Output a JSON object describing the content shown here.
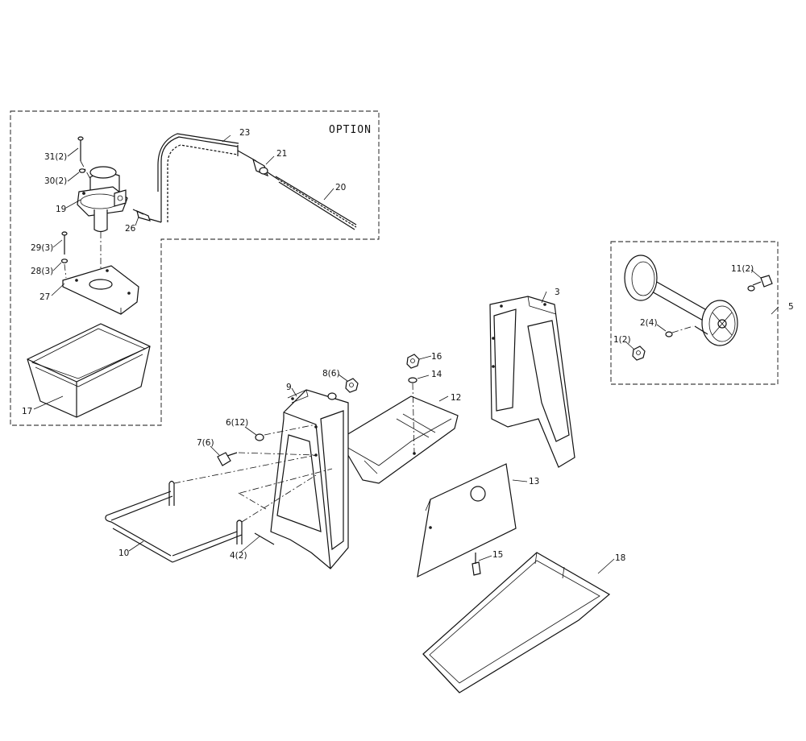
{
  "option_label": "OPTION",
  "callouts": [
    {
      "id": "c1",
      "text": "1(2)"
    },
    {
      "id": "c2",
      "text": "2(4)"
    },
    {
      "id": "c3",
      "text": "3"
    },
    {
      "id": "c4",
      "text": "4(2)"
    },
    {
      "id": "c5",
      "text": "5"
    },
    {
      "id": "c6",
      "text": "6(12)"
    },
    {
      "id": "c7",
      "text": "7(6)"
    },
    {
      "id": "c8",
      "text": "8(6)"
    },
    {
      "id": "c9",
      "text": "9"
    },
    {
      "id": "c10",
      "text": "10"
    },
    {
      "id": "c11",
      "text": "11(2)"
    },
    {
      "id": "c12",
      "text": "12"
    },
    {
      "id": "c13",
      "text": "13"
    },
    {
      "id": "c14",
      "text": "14"
    },
    {
      "id": "c15",
      "text": "15"
    },
    {
      "id": "c16",
      "text": "16"
    },
    {
      "id": "c17",
      "text": "17"
    },
    {
      "id": "c18",
      "text": "18"
    },
    {
      "id": "c19",
      "text": "19"
    },
    {
      "id": "c20",
      "text": "20"
    },
    {
      "id": "c21",
      "text": "21"
    },
    {
      "id": "c23",
      "text": "23"
    },
    {
      "id": "c26",
      "text": "26"
    },
    {
      "id": "c27",
      "text": "27"
    },
    {
      "id": "c28",
      "text": "28(3)"
    },
    {
      "id": "c29",
      "text": "29(3)"
    },
    {
      "id": "c30",
      "text": "30(2)"
    },
    {
      "id": "c31",
      "text": "31(2)"
    }
  ]
}
